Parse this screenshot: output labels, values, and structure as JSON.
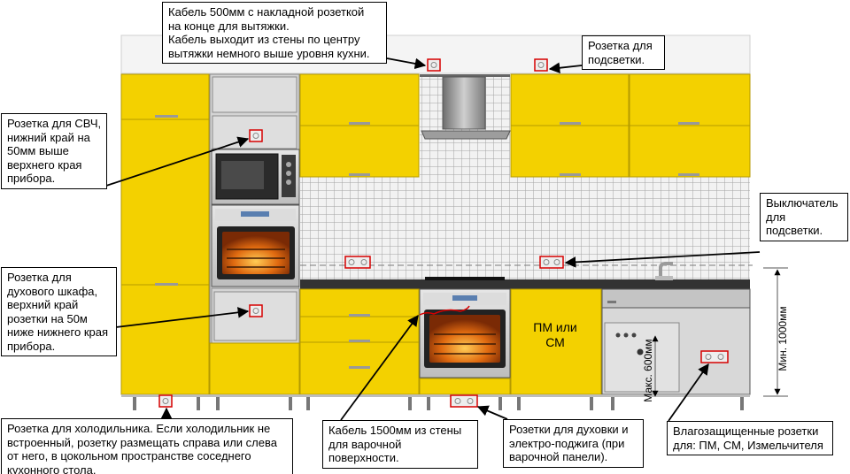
{
  "callouts": {
    "hood_cable": [
      "Кабель 500мм с накладной розеткой",
      "на конце для вытяжки.",
      "Кабель выходит из стены по центру",
      "вытяжки немного выше уровня кухни."
    ],
    "backlight_socket": [
      "Розетка для",
      "подсветки."
    ],
    "microwave_socket": [
      "Розетка для СВЧ,",
      "нижний край на",
      "50мм выше",
      "верхнего края",
      "прибора."
    ],
    "backlight_switch": [
      "Выключатель",
      "для",
      "подсветки."
    ],
    "oven_socket": [
      "Розетка для",
      "духового шкафа,",
      "верхний край",
      "розетки на 50м",
      "ниже нижнего края",
      "прибора."
    ],
    "fridge_socket": [
      "Розетка для холодильника. Если холодильник не",
      "встроенный, розетку размещать справа или слева",
      "от него, в цокольном пространстве соседнего",
      "кухонного стола."
    ],
    "hob_cable": [
      "Кабель 1500мм из стены",
      "для варочной",
      "поверхности."
    ],
    "oven_ignition_sockets": [
      "Розетки для духовки и",
      "электро-поджига (при",
      "варочной панели)."
    ],
    "waterproof_sockets": [
      "Влагозащищенные розетки",
      "для: ПМ, СМ, Измельчителя"
    ]
  },
  "labels": {
    "appliance_slot": [
      "ПМ или",
      "СМ"
    ],
    "max_height": "Макс. 600мм",
    "min_height": "Мин. 1000мм"
  },
  "colors": {
    "cabinet": "#f3d100",
    "cabinet_edge": "#b59a00",
    "appliance": "#c9c9c9",
    "countertop": "#333333",
    "tile_grout": "#9a9a9a",
    "arrow": "#000000",
    "cable": "#d60000"
  }
}
